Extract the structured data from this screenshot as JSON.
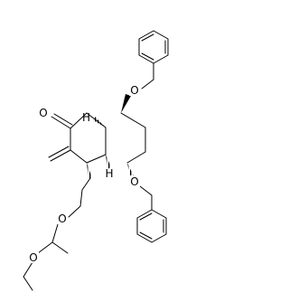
{
  "molecule": {
    "atoms": [
      {
        "symbol": "O",
        "role": "benzyloxy-oxygen-top"
      },
      {
        "symbol": "O",
        "role": "ketone-oxygen"
      },
      {
        "symbol": "H",
        "role": "ring-fusion-hydrogen-top"
      },
      {
        "symbol": "H",
        "role": "ring-fusion-hydrogen-bottom"
      },
      {
        "symbol": "O",
        "role": "benzyloxy-oxygen-bottom"
      },
      {
        "symbol": "O",
        "role": "chain-ether-oxygen"
      },
      {
        "symbol": "O",
        "role": "ethoxy-oxygen"
      }
    ],
    "line_color": "#000000",
    "background": "#ffffff"
  }
}
